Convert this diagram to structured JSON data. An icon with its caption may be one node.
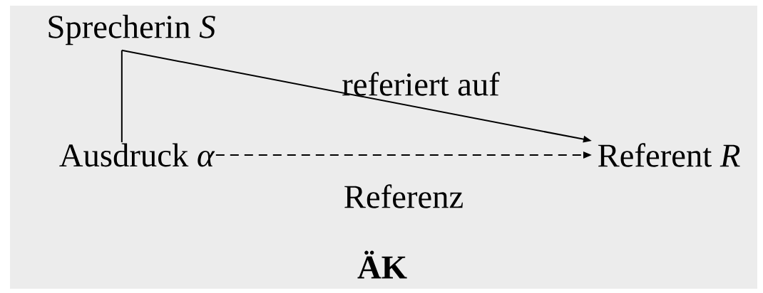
{
  "diagram": {
    "nodes": [
      {
        "text": [
          "Sprecherin *S*"
        ]
      },
      {
        "text": [
          "Ausdruck *α*"
        ]
      },
      {
        "text": [
          "Referent *R*"
        ]
      }
    ],
    "edges": [
      {
        "from": 0,
        "to": 1,
        "arrow": "none"
      },
      {
        "from": 0,
        "to": 2,
        "arrow": "to",
        "label": "referiert auf"
      },
      {
        "from": 1,
        "to": 2,
        "arrow": "to",
        "style": "dashed",
        "label": "Referenz"
      }
    ],
    "labels": [
      "ÄK"
    ]
  }
}
